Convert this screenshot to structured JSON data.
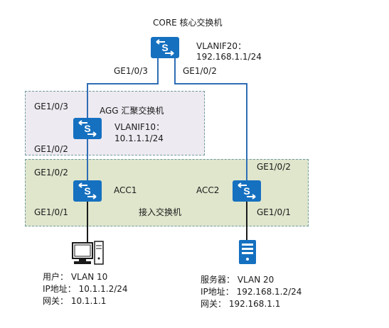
{
  "core": {
    "title": "CORE 核心交换机",
    "vlanif": "VLANIF20：",
    "ip": "192.168.1.1/24",
    "port_left": "GE1/0/3",
    "port_right": "GE1/0/2"
  },
  "agg": {
    "title": "AGG 汇聚交换机",
    "port_top": "GE1/0/3",
    "port_bottom": "GE1/0/2",
    "vlanif": "VLANIF10：",
    "ip": "10.1.1.1/24"
  },
  "acc_zone": {
    "title": "接入交换机",
    "acc1": {
      "name": "ACC1",
      "port_top": "GE1/0/2",
      "port_bottom": "GE1/0/1"
    },
    "acc2": {
      "name": "ACC2",
      "port_top": "GE1/0/2",
      "port_bottom": "GE1/0/1"
    }
  },
  "user": {
    "line1": "用户：  VLAN 10",
    "line2": "IP地址： 10.1.1.2/24",
    "line3": "网关： 10.1.1.1"
  },
  "server": {
    "line1": "服务器：  VLAN 20",
    "line2": "IP地址： 192.168.1.2/24",
    "line3": "网关： 192.168.1.1"
  },
  "colors": {
    "switch": "#1570c0",
    "link": "#2f6db5",
    "agg_zone": "#eeeaf1",
    "acc_zone": "#dfe6cc",
    "zone_border": "#6f9a9f",
    "device": "#1a1a1a"
  },
  "icons": {
    "switch": "switch-icon",
    "pc": "pc-icon",
    "server": "server-icon"
  }
}
